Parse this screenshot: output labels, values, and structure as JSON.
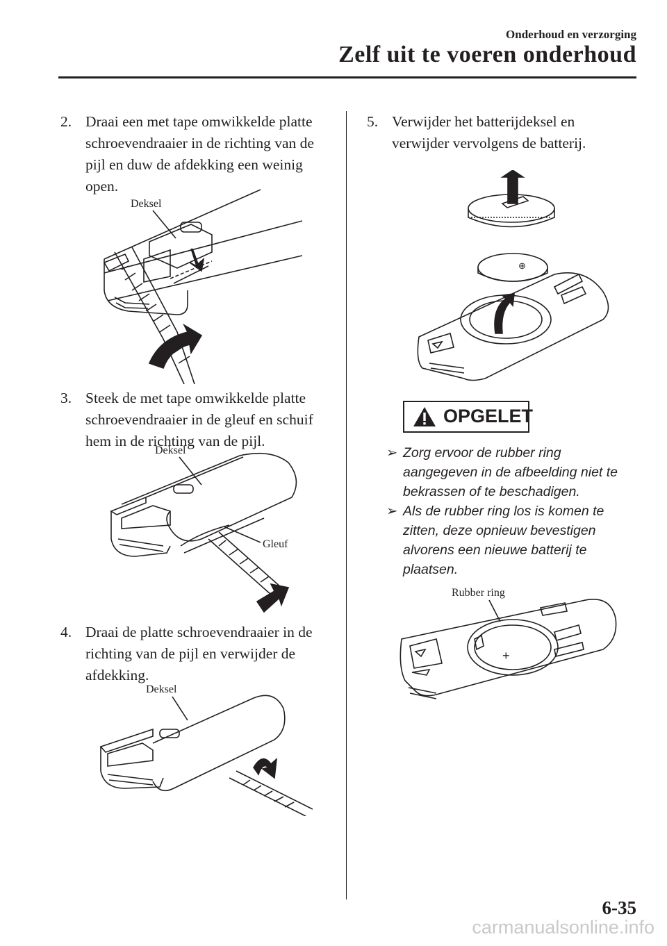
{
  "header": {
    "section": "Onderhoud en verzorging",
    "chapter": "Zelf uit te voeren onderhoud"
  },
  "steps": [
    {
      "num": "2.",
      "text": "Draai een met tape omwikkelde platte schroevendraaier in de richting van de pijl en duw de afdekking een weinig open."
    },
    {
      "num": "3.",
      "text": "Steek de met tape omwikkelde platte schroevendraaier in de gleuf en schuif hem in de richting van de pijl."
    },
    {
      "num": "4.",
      "text": "Draai de platte schroevendraaier in de richting van de pijl en verwijder de afdekking."
    },
    {
      "num": "5.",
      "text": "Verwijder het batterijdeksel en verwijder vervolgens de batterij."
    }
  ],
  "figures": {
    "fig2": {
      "label1": "Deksel"
    },
    "fig3": {
      "label1": "Deksel",
      "label2": "Gleuf"
    },
    "fig4": {
      "label1": "Deksel"
    },
    "fig6": {
      "label1": "Rubber ring"
    }
  },
  "caution": {
    "heading": "OPGELET",
    "items": [
      "Zorg ervoor de rubber ring aangegeven in de afbeelding niet te bekrassen of te beschadigen.",
      "Als de rubber ring los is komen te zitten, deze opnieuw bevestigen alvorens een nieuwe batterij te plaatsen."
    ]
  },
  "footer": {
    "page_number": "6-35",
    "watermark": "carmanualsonline.info"
  }
}
